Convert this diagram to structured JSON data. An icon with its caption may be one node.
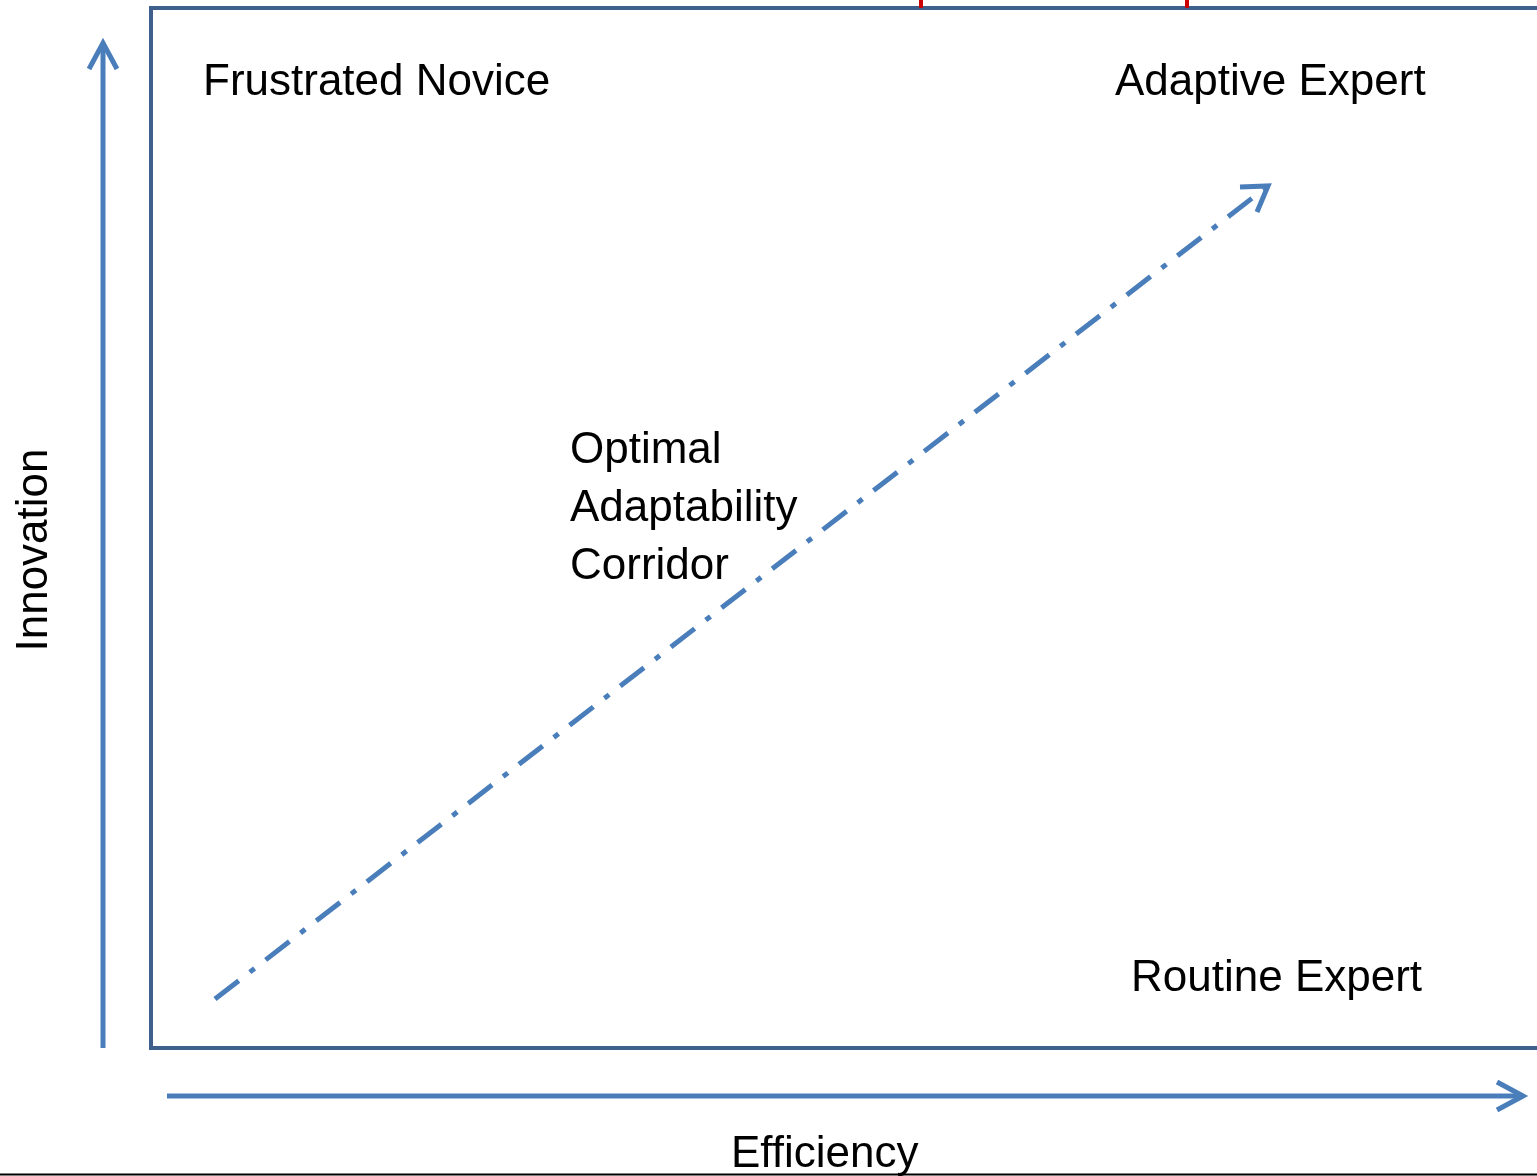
{
  "diagram": {
    "labels": [
      "Frustrated Novice",
      "Adaptive Expert",
      "Optimal Adaptability Corridor",
      "Innovation",
      "Routine Expert",
      "Efficiency"
    ]
  }
}
